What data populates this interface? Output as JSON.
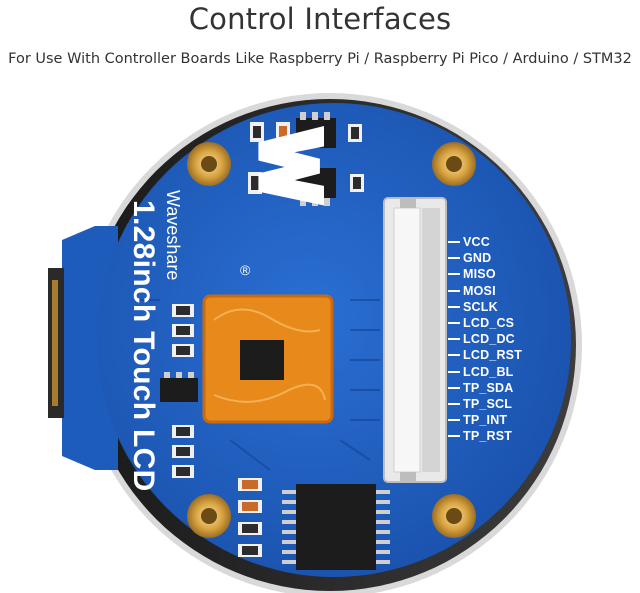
{
  "header": {
    "title": "Control Interfaces",
    "subtitle": "For Use With Controller Boards Like Raspberry Pi / Raspberry Pi Pico / Arduino / STM32"
  },
  "board": {
    "brand": "Waveshare",
    "product": "1.28inch Touch LCD",
    "registered_mark": "®",
    "pins": [
      "VCC",
      "GND",
      "MISO",
      "MOSI",
      "SCLK",
      "LCD_CS",
      "LCD_DC",
      "LCD_RST",
      "LCD_BL",
      "TP_SDA",
      "TP_SCL",
      "TP_INT",
      "TP_RST"
    ],
    "colors": {
      "pcb": "#1f5fc0",
      "pcb_dark": "#17479a",
      "pad_gold": "#d9a441",
      "orange_tape": "#e8891c",
      "connector": "#e9e9e9",
      "display_bezel": "#2a2a2a"
    }
  }
}
